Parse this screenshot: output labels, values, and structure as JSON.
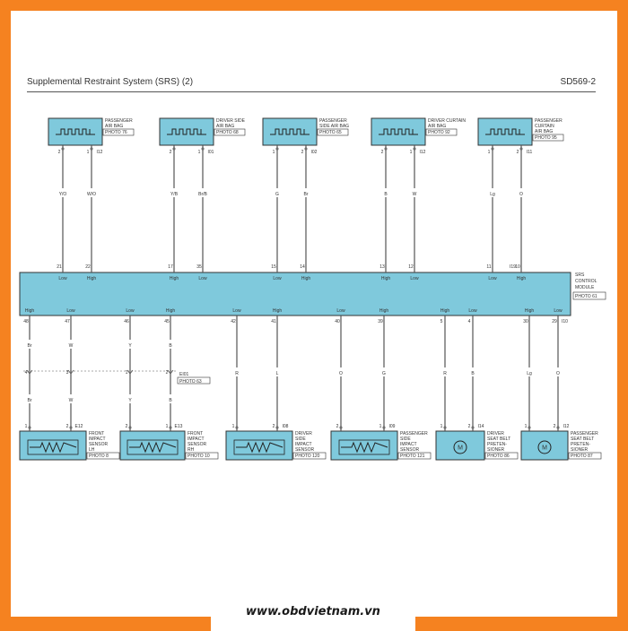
{
  "header": {
    "title": "Supplemental Restraint System (SRS) (2)",
    "code": "SD569-2"
  },
  "footer": {
    "website": "www.obdvietnam.vn"
  },
  "colors": {
    "component_fill": "#7fc9dc",
    "frame": "#f58220",
    "wire": "#555555"
  },
  "top_components": [
    {
      "label": [
        "PASSENGER",
        "AIR BAG"
      ],
      "photo": "PHOTO 76",
      "connector": "I12",
      "pins": [
        "2",
        "1"
      ],
      "wire_colors": [
        "Y/O",
        "W/O"
      ],
      "module_pins": [
        "21",
        "22"
      ],
      "module_labels": [
        "Low",
        "High"
      ]
    },
    {
      "label": [
        "DRIVER SIDE",
        "AIR BAG"
      ],
      "photo": "PHOTO 68",
      "connector": "I01",
      "pins": [
        "2",
        "1"
      ],
      "wire_colors": [
        "Y/B",
        "Br/B"
      ],
      "module_pins": [
        "17",
        "35"
      ],
      "module_labels": [
        "High",
        "Low"
      ]
    },
    {
      "label": [
        "PASSENGER",
        "SIDE AIR BAG"
      ],
      "photo": "PHOTO 65",
      "connector": "I02",
      "pins": [
        "1",
        "2"
      ],
      "wire_colors": [
        "G",
        "Br"
      ],
      "module_pins": [
        "15",
        "14"
      ],
      "module_labels": [
        "Low",
        "High"
      ]
    },
    {
      "label": [
        "DRIVER CURTAIN",
        "AIR BAG"
      ],
      "photo": "PHOTO 92",
      "connector": "I12",
      "pins": [
        "2",
        "1"
      ],
      "wire_colors": [
        "B",
        "W"
      ],
      "module_pins": [
        "13",
        "12"
      ],
      "module_labels": [
        "High",
        "Low"
      ]
    },
    {
      "label": [
        "PASSENGER",
        "CURTAIN",
        "AIR BAG"
      ],
      "photo": "PHOTO 95",
      "connector": "I11",
      "pins": [
        "1",
        "2"
      ],
      "wire_colors": [
        "Lg",
        "O"
      ],
      "module_pins": [
        "11",
        "10"
      ],
      "module_labels": [
        "Low",
        "High"
      ]
    }
  ],
  "module": {
    "label": [
      "SRS",
      "CONTROL",
      "MODULE"
    ],
    "photo": "PHOTO 61",
    "connector_top": "I19",
    "connector_bottom": "I10"
  },
  "bottom_components": [
    {
      "label": [
        "FRONT",
        "IMPACT",
        "SENSOR",
        "LH"
      ],
      "photo": "PHOTO 8",
      "connector": "E12",
      "type": "sensor",
      "module_labels": [
        "High",
        "Low"
      ],
      "module_pins": [
        "48",
        "47"
      ],
      "upper_colors": [
        "Br",
        "W"
      ],
      "joint_pins": [
        "4",
        "3"
      ],
      "lower_colors": [
        "Br",
        "W"
      ],
      "pins": [
        "1",
        "2"
      ]
    },
    {
      "label": [
        "FRONT",
        "IMPACT",
        "SENSOR",
        "RH"
      ],
      "photo": "PHOTO 10",
      "connector": "E13",
      "type": "sensor",
      "module_labels": [
        "Low",
        "High"
      ],
      "module_pins": [
        "46",
        "45"
      ],
      "upper_colors": [
        "Y",
        "B"
      ],
      "joint_pins": [
        "1",
        "2"
      ],
      "lower_colors": [
        "Y",
        "B"
      ],
      "pins": [
        "2",
        "1"
      ],
      "joint_connector": "EI01",
      "joint_photo": "PHOTO 63"
    },
    {
      "label": [
        "DRIVER",
        "SIDE",
        "IMPACT",
        "SENSOR"
      ],
      "photo": "PHOTO 120",
      "connector": "I08",
      "type": "sensor",
      "module_labels": [
        "Low",
        "High"
      ],
      "module_pins": [
        "42",
        "41"
      ],
      "colors": [
        "R",
        "L"
      ],
      "pins": [
        "1",
        "2"
      ]
    },
    {
      "label": [
        "PASSENGER",
        "SIDE",
        "IMPACT",
        "SENSOR"
      ],
      "photo": "PHOTO 121",
      "connector": "I09",
      "type": "sensor",
      "module_labels": [
        "Low",
        "High"
      ],
      "module_pins": [
        "40",
        "39"
      ],
      "colors": [
        "O",
        "G"
      ],
      "pins": [
        "2",
        "1"
      ]
    },
    {
      "label": [
        "DRIVER",
        "SEAT BELT",
        "PRETEN-",
        "SIONER"
      ],
      "photo": "PHOTO 86",
      "connector": "I14",
      "type": "motor",
      "motor_symbol": "M",
      "module_labels": [
        "High",
        "Low"
      ],
      "module_pins": [
        "5",
        "4"
      ],
      "colors": [
        "R",
        "B"
      ],
      "pins": [
        "1",
        "2"
      ]
    },
    {
      "label": [
        "PASSENGER",
        "SEAT BELT",
        "PRETEN-",
        "SIONER"
      ],
      "photo": "PHOTO 87",
      "connector": "I12",
      "type": "motor",
      "motor_symbol": "M",
      "module_labels": [
        "High",
        "Low"
      ],
      "module_pins": [
        "30",
        "29"
      ],
      "colors": [
        "Lg",
        "O"
      ],
      "pins": [
        "1",
        "2"
      ]
    }
  ]
}
